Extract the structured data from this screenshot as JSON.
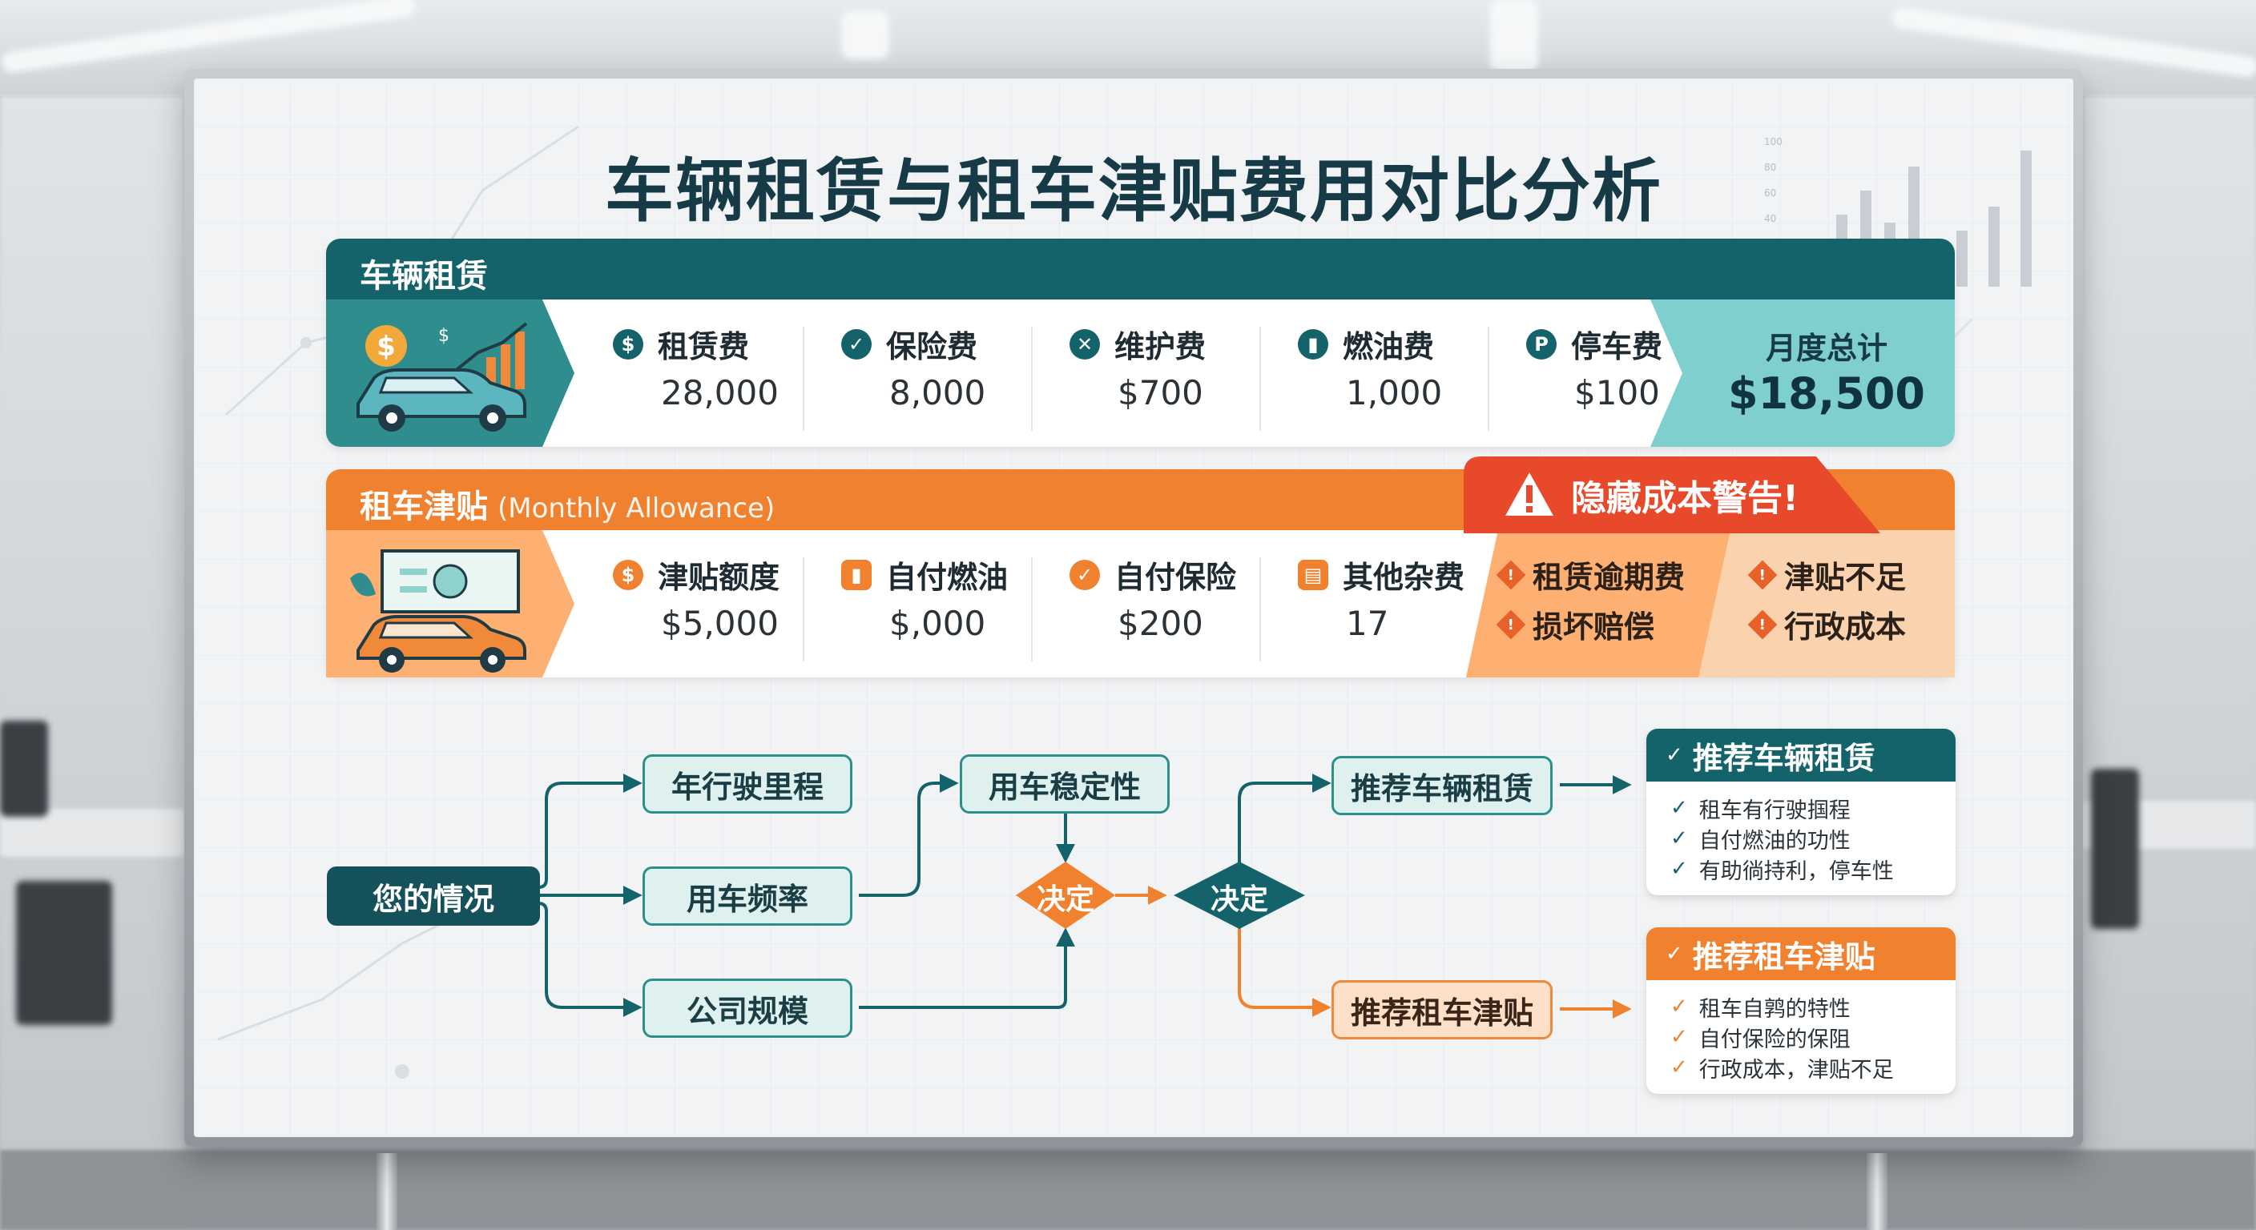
{
  "title": "车辆租赁与租车津贴费用对比分析",
  "colors": {
    "teal": "#15636a",
    "teal_light": "#7fcfcf",
    "orange": "#f0812e",
    "orange_light": "#fdc69a",
    "warning_red": "#e8492a",
    "navy_text": "#173a47"
  },
  "lease": {
    "header": "车辆租赁",
    "items": [
      {
        "icon": "dollar-icon",
        "glyph": "$",
        "label": "租赁费",
        "value": "28,000"
      },
      {
        "icon": "shield-icon",
        "glyph": "✓",
        "label": "保险费",
        "value": "8,000"
      },
      {
        "icon": "wrench-icon",
        "glyph": "✕",
        "label": "维护费",
        "value": "$700"
      },
      {
        "icon": "fuel-icon",
        "glyph": "▮",
        "label": "燃油费",
        "value": "1,000"
      },
      {
        "icon": "parking-icon",
        "glyph": "P",
        "label": "停车费",
        "value": "$100"
      }
    ],
    "total_label": "月度总计",
    "total_value": "$18,500"
  },
  "allowance": {
    "header": "租车津贴",
    "header_sub": "(Monthly Allowance)",
    "items": [
      {
        "icon": "dollar-icon",
        "glyph": "$",
        "label": "津贴额度",
        "value": "$5,000"
      },
      {
        "icon": "fuel-icon",
        "glyph": "▮",
        "label": "自付燃油",
        "value": "$,000"
      },
      {
        "icon": "shield-icon",
        "glyph": "✓",
        "label": "自付保险",
        "value": "$200"
      },
      {
        "icon": "misc-icon",
        "glyph": "▤",
        "label": "其他杂费",
        "value": "17"
      }
    ],
    "warning_title": "隐藏成本警告!",
    "hidden_costs": [
      "租赁逾期费",
      "津贴不足",
      "损坏赔偿",
      "行政成本"
    ]
  },
  "flow": {
    "start": "您的情况",
    "factors": [
      "年行驶里程",
      "用车频率",
      "公司规模"
    ],
    "stability": "用车稳定性",
    "decide_1": "决定",
    "decide_2": "决定",
    "recommend_lease": "推荐车辆租赁",
    "recommend_allowance": "推荐租车津贴"
  },
  "cards": {
    "lease": {
      "title": "推荐车辆租赁",
      "items": [
        "租车有行驶掴程",
        "自付燃油的功性",
        "有助徜持利，停车性"
      ]
    },
    "allowance": {
      "title": "推荐租车津贴",
      "items": [
        "租车自鹑的特性",
        "自付保险的保阻",
        "行政成本，津贴不足"
      ]
    }
  }
}
